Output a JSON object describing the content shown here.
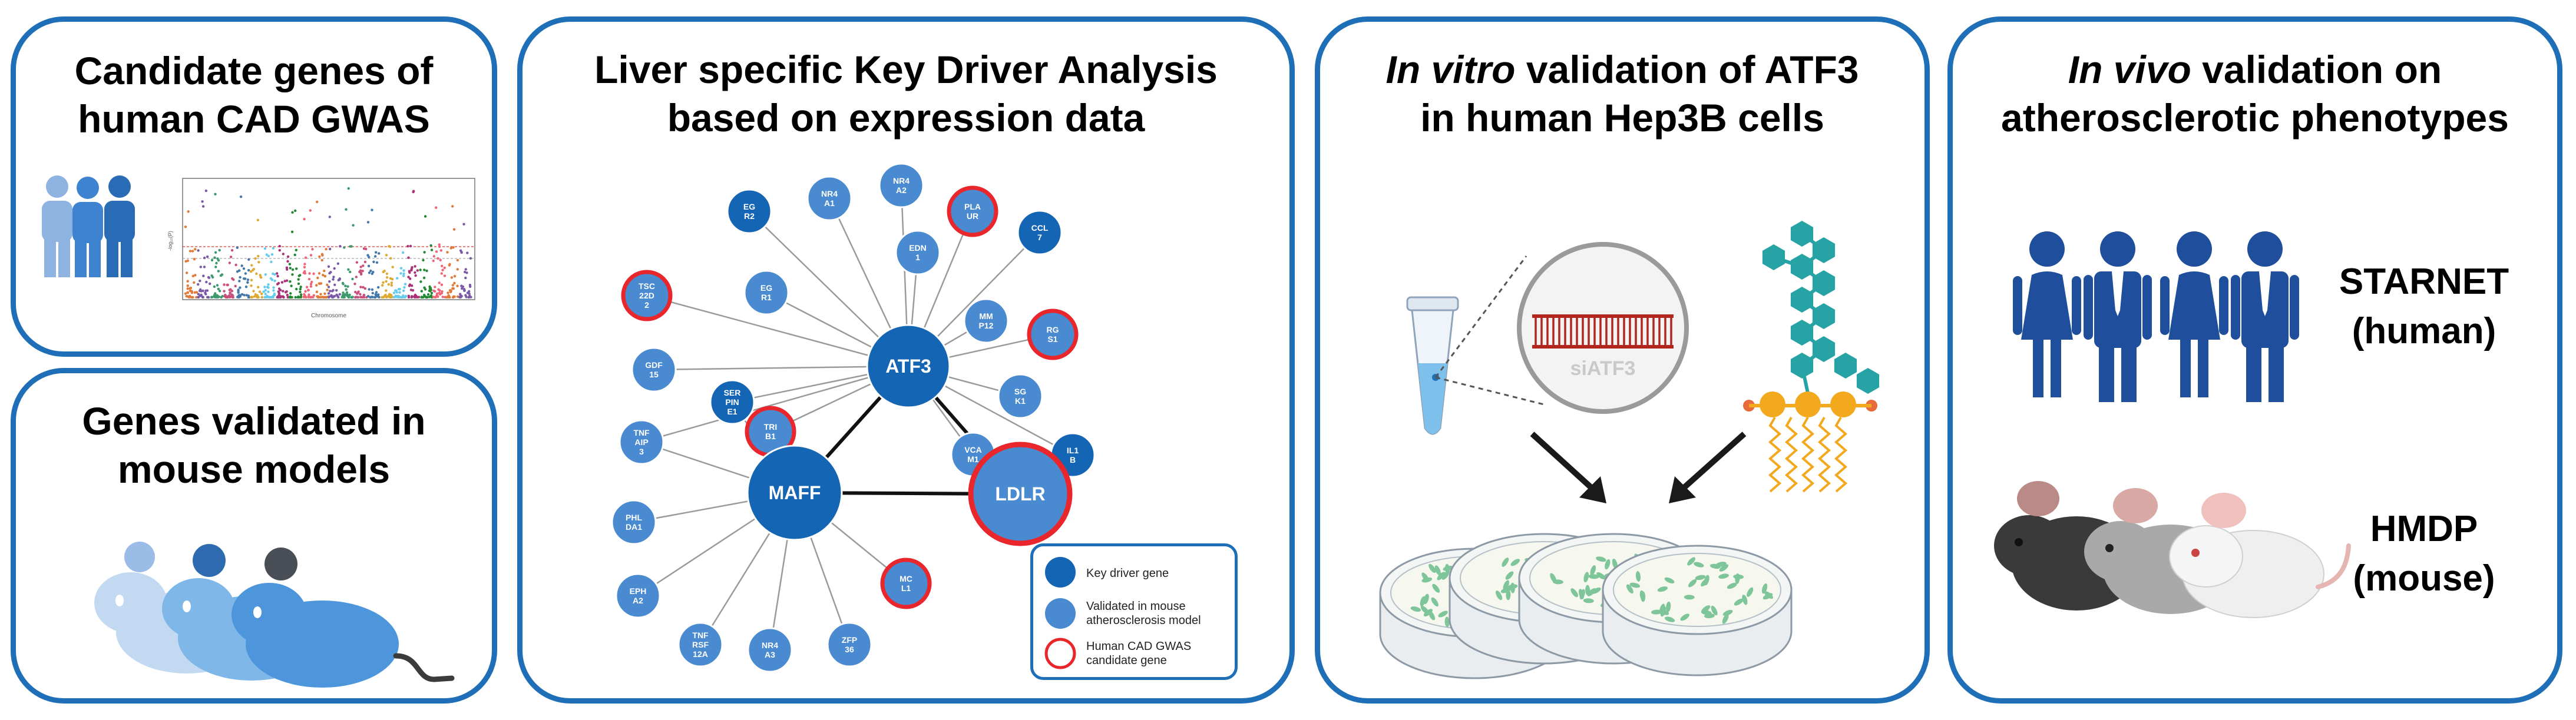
{
  "panels": {
    "candidate": {
      "title_line1": "Candidate genes of",
      "title_line2": "human CAD GWAS"
    },
    "mouse": {
      "title_line1": "Genes validated in",
      "title_line2": "mouse models"
    },
    "kda": {
      "title_line1": "Liver specific Key Driver Analysis",
      "title_line2": "based on expression data"
    },
    "invitro": {
      "title_italic": "In vitro",
      "title_rest": " validation of ATF3",
      "title_line2": "in human Hep3B cells"
    },
    "invivo": {
      "title_italic": "In vivo",
      "title_rest": " validation on",
      "title_line2": "atherosclerotic phenotypes"
    }
  },
  "manhattan": {
    "ylabel": "-log₁₀(P)",
    "xlabel": "Chromosome"
  },
  "network": {
    "hubs": {
      "atf3": "ATF3",
      "maff": "MAFF",
      "ldlr": "LDLR"
    },
    "nodes": [
      {
        "l1": "EG",
        "l2": "R2",
        "type": "key",
        "ring": false
      },
      {
        "l1": "NR4",
        "l2": "A1",
        "type": "validated",
        "ring": false
      },
      {
        "l1": "NR4",
        "l2": "A2",
        "type": "validated",
        "ring": false
      },
      {
        "l1": "PLA",
        "l2": "UR",
        "type": "validated",
        "ring": true
      },
      {
        "l1": "CCL",
        "l2": "7",
        "type": "key",
        "ring": false
      },
      {
        "l1": "EDN",
        "l2": "1",
        "type": "validated",
        "ring": false
      },
      {
        "l1": "TSC",
        "l2": "22D",
        "l3": "2",
        "type": "validated",
        "ring": true
      },
      {
        "l1": "EG",
        "l2": "R1",
        "type": "validated",
        "ring": false
      },
      {
        "l1": "MM",
        "l2": "P12",
        "type": "validated",
        "ring": false
      },
      {
        "l1": "RG",
        "l2": "S1",
        "type": "validated",
        "ring": true
      },
      {
        "l1": "GDF",
        "l2": "15",
        "type": "validated",
        "ring": false
      },
      {
        "l1": "SER",
        "l2": "PIN",
        "l3": "E1",
        "type": "key",
        "ring": false
      },
      {
        "l1": "SG",
        "l2": "K1",
        "type": "validated",
        "ring": false
      },
      {
        "l1": "TNF",
        "l2": "AIP",
        "l3": "3",
        "type": "validated",
        "ring": false
      },
      {
        "l1": "TRI",
        "l2": "B1",
        "type": "validated",
        "ring": true
      },
      {
        "l1": "VCA",
        "l2": "M1",
        "type": "validated",
        "ring": false
      },
      {
        "l1": "IL1",
        "l2": "B",
        "type": "key",
        "ring": false
      },
      {
        "l1": "PHL",
        "l2": "DA1",
        "type": "validated",
        "ring": false
      },
      {
        "l1": "EPH",
        "l2": "A2",
        "type": "validated",
        "ring": false
      },
      {
        "l1": "MC",
        "l2": "L1",
        "type": "validated",
        "ring": true
      },
      {
        "l1": "TNF",
        "l2": "RSF",
        "l3": "12A",
        "type": "validated",
        "ring": false
      },
      {
        "l1": "NR4",
        "l2": "A3",
        "type": "validated",
        "ring": false
      },
      {
        "l1": "ZFP",
        "l2": "36",
        "type": "validated",
        "ring": false
      }
    ]
  },
  "legend": {
    "key": "Key driver gene",
    "validated_1": "Validated in mouse",
    "validated_2": "atherosclerosis model",
    "gwas_1": "Human CAD GWAS",
    "gwas_2": "candidate gene"
  },
  "invitro_labels": {
    "sirna": "siATF3"
  },
  "cohorts": {
    "human_1": "STARNET",
    "human_2": "(human)",
    "mouse_1": "HMDP",
    "mouse_2": "(mouse)"
  },
  "colors": {
    "border": "#1f6fb8",
    "key_driver": "#1565b5",
    "validated": "#4a8ad0",
    "gwas_ring": "#e8262b",
    "human_icon": "#1f4f9c"
  }
}
